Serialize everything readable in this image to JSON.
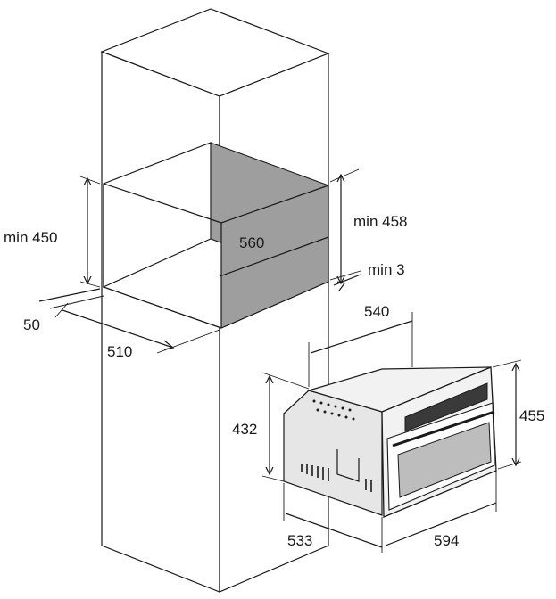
{
  "colors": {
    "line": "#1a1a1a",
    "cavity_shadow": "#9e9e9e",
    "oven_body": "#e6e6e6",
    "oven_front": "#f2f2f2",
    "glass": "#3a3a3a"
  },
  "dimensions": {
    "niche_height_min": "min 450",
    "niche_rear_height_min": "min 458",
    "niche_width": "560",
    "gap_min": "min 3",
    "side_offset": "50",
    "niche_depth": "510",
    "oven_depth_top": "540",
    "oven_front_height": "455",
    "oven_body_height": "432",
    "oven_body_depth": "533",
    "oven_width": "594"
  }
}
